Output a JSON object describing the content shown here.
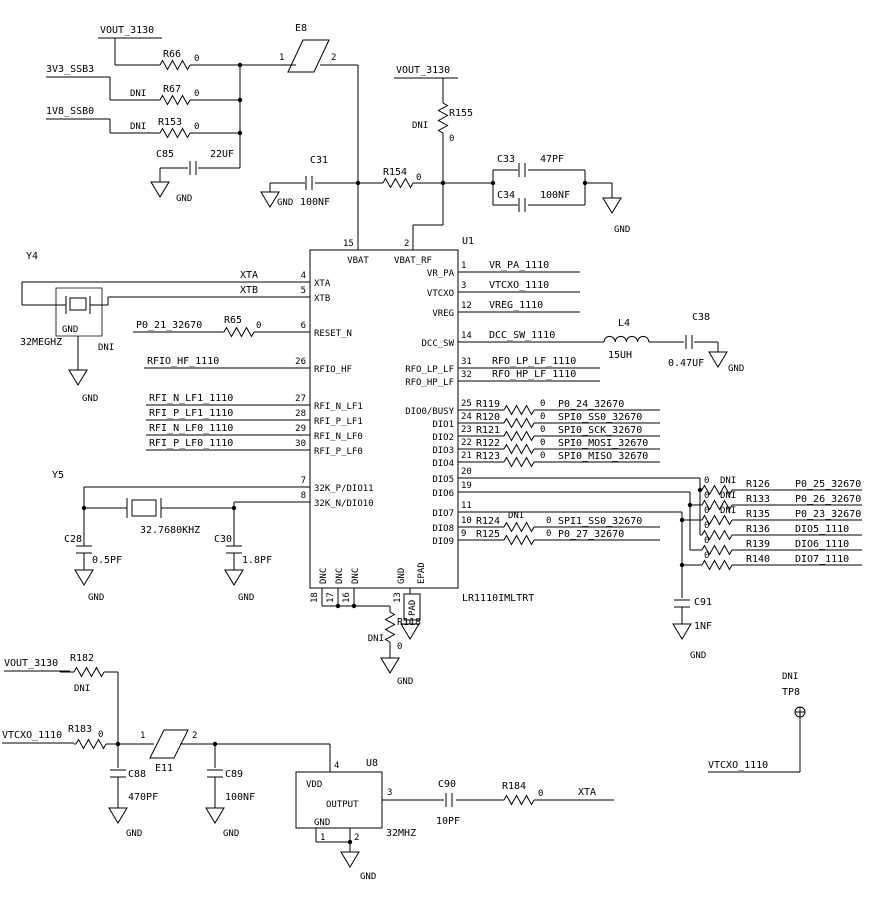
{
  "power_top": {
    "vout_flag": "VOUT_3130",
    "flag_3v3": "3V3_SSB3",
    "flag_1v8": "1V8_SSB0",
    "r66": {
      "ref": "R66",
      "value": "0"
    },
    "r67": {
      "ref": "R67",
      "value": "0",
      "dni": "DNI"
    },
    "r153": {
      "ref": "R153",
      "value": "0",
      "dni": "DNI"
    },
    "c85": {
      "ref": "C85",
      "value": "22UF",
      "gnd": "GND"
    },
    "e8": {
      "ref": "E8",
      "pin1": "1",
      "pin2": "2"
    }
  },
  "vbat_branch": {
    "vout_flag": "VOUT_3130",
    "r155": {
      "ref": "R155",
      "value": "0",
      "dni": "DNI"
    },
    "c31": {
      "ref": "C31",
      "value": "100NF",
      "gnd": "GND"
    },
    "r154": {
      "ref": "R154",
      "value": "0"
    },
    "c33": {
      "ref": "C33",
      "value": "47PF"
    },
    "c34": {
      "ref": "C34",
      "value": "100NF"
    },
    "gnd": "GND"
  },
  "u1": {
    "ref": "U1",
    "part": "LR1110IMLTRT",
    "top_pins": [
      {
        "num": "15",
        "name": "VBAT"
      },
      {
        "num": "2",
        "name": "VBAT_RF"
      }
    ],
    "left_pins": [
      {
        "num": "4",
        "name": "XTA"
      },
      {
        "num": "5",
        "name": "XTB"
      },
      {
        "num": "6",
        "name": "RESET_N"
      },
      {
        "num": "26",
        "name": "RFIO_HF"
      },
      {
        "num": "27",
        "name": "RFI_N_LF1"
      },
      {
        "num": "28",
        "name": "RFI_P_LF1"
      },
      {
        "num": "29",
        "name": "RFI_N_LF0"
      },
      {
        "num": "30",
        "name": "RFI_P_LF0"
      },
      {
        "num": "7",
        "name": "32K_P/DIO11"
      },
      {
        "num": "8",
        "name": "32K_N/DIO10"
      }
    ],
    "right_pins": [
      {
        "num": "1",
        "name": "VR_PA"
      },
      {
        "num": "3",
        "name": "VTCXO"
      },
      {
        "num": "12",
        "name": "VREG"
      },
      {
        "num": "14",
        "name": "DCC_SW"
      },
      {
        "num": "31",
        "name": "RFO_LP_LF"
      },
      {
        "num": "32",
        "name": "RFO_HP_LF"
      },
      {
        "num": "25",
        "name": "DIO0/BUSY"
      },
      {
        "num": "24",
        "name": "DIO1"
      },
      {
        "num": "23",
        "name": "DIO2"
      },
      {
        "num": "22",
        "name": "DIO3"
      },
      {
        "num": "21",
        "name": "DIO4"
      },
      {
        "num": "20",
        "name": "DIO5"
      },
      {
        "num": "19",
        "name": "DIO6"
      },
      {
        "num": "11",
        "name": "DIO7"
      },
      {
        "num": "10",
        "name": "DIO8"
      },
      {
        "num": "9",
        "name": "DIO9"
      }
    ],
    "bottom": {
      "nums": [
        "18",
        "17",
        "16",
        "13"
      ],
      "labels": [
        "DNC",
        "DNC",
        "DNC",
        "GND",
        "EPAD"
      ],
      "pad": "PAD"
    }
  },
  "xtal_32m": {
    "ref": "Y4",
    "freq": "32MEGHZ",
    "dni": "DNI",
    "gnd_pin": "GND",
    "gnd": "GND",
    "net_xta": "XTA",
    "net_xtb": "XTB"
  },
  "reset": {
    "net": "P0_21_32670",
    "r65": {
      "ref": "R65",
      "value": "0"
    }
  },
  "rf_nets": {
    "rfio_hf": "RFIO_HF_1110",
    "rfi_n_lf1": "RFI_N_LF1_1110",
    "rfi_p_lf1": "RFI_P_LF1_1110",
    "rfi_n_lf0": "RFI_N_LF0_1110",
    "rfi_p_lf0": "RFI_P_LF0_1110"
  },
  "xtal_32k": {
    "ref": "Y5",
    "freq": "32.7680KHZ",
    "c28": {
      "ref": "C28",
      "value": "0.5PF",
      "gnd": "GND"
    },
    "c30": {
      "ref": "C30",
      "value": "1.8PF",
      "gnd": "GND"
    }
  },
  "right_nets": {
    "vr_pa": "VR_PA_1110",
    "vtcxo": "VTCXO_1110",
    "vreg": "VREG_1110",
    "dcc_sw": "DCC_SW_1110",
    "rfo_lp": "RFO_LP_LF_1110",
    "rfo_hp": "RFO_HP_LF_1110",
    "l4": {
      "ref": "L4",
      "value": "15UH"
    },
    "c38": {
      "ref": "C38",
      "value": "0.47UF",
      "gnd": "GND"
    }
  },
  "dio_resistors": [
    {
      "ref": "R119",
      "value": "0",
      "net": "P0_24_32670"
    },
    {
      "ref": "R120",
      "value": "0",
      "net": "SPI0_SS0_32670"
    },
    {
      "ref": "R121",
      "value": "0",
      "net": "SPI0_SCK_32670"
    },
    {
      "ref": "R122",
      "value": "0",
      "net": "SPI0_MOSI_32670"
    },
    {
      "ref": "R123",
      "value": "0",
      "net": "SPI0_MISO_32670"
    }
  ],
  "dio89_resistors": [
    {
      "ref": "R124",
      "value": "0",
      "dni": "DNI",
      "net": "SPI1_SS0_32670"
    },
    {
      "ref": "R125",
      "value": "0",
      "net": "P0_27_32670"
    }
  ],
  "bank_resistors": [
    {
      "ref": "R126",
      "value": "0",
      "dni": "DNI",
      "net": "P0_25_32670"
    },
    {
      "ref": "R133",
      "value": "0",
      "dni": "DNI",
      "net": "P0_26_32670"
    },
    {
      "ref": "R135",
      "value": "0",
      "dni": "DNI",
      "net": "P0_23_32670"
    },
    {
      "ref": "R136",
      "value": "0",
      "dni": "",
      "net": "DIO5_1110"
    },
    {
      "ref": "R139",
      "value": "0",
      "dni": "",
      "net": "DIO6_1110"
    },
    {
      "ref": "R140",
      "value": "0",
      "dni": "",
      "net": "DIO7_1110"
    }
  ],
  "c91": {
    "ref": "C91",
    "value": "1NF",
    "gnd": "GND"
  },
  "r118": {
    "ref": "R118",
    "value": "0",
    "dni": "DNI",
    "gnd": "GND"
  },
  "osc": {
    "vout_flag": "VOUT_3130",
    "vtcxo_flag": "VTCXO_1110",
    "r182": {
      "ref": "R182",
      "dni": "DNI"
    },
    "r183": {
      "ref": "R183",
      "value": "0"
    },
    "e11": {
      "ref": "E11",
      "pin1": "1",
      "pin2": "2"
    },
    "c88": {
      "ref": "C88",
      "value": "470PF",
      "gnd": "GND"
    },
    "c89": {
      "ref": "C89",
      "value": "100NF",
      "gnd": "GND"
    },
    "u8": {
      "ref": "U8",
      "vdd": "VDD",
      "output": "OUTPUT",
      "gnd": "GND",
      "p4": "4",
      "p3": "3",
      "p1": "1",
      "p2": "2",
      "freq": "32MHZ",
      "gnd_net": "GND"
    },
    "c90": {
      "ref": "C90",
      "value": "10PF"
    },
    "r184": {
      "ref": "R184",
      "value": "0"
    },
    "xta_flag": "XTA"
  },
  "tp8": {
    "ref": "TP8",
    "dni": "DNI",
    "net": "VTCXO_1110"
  }
}
